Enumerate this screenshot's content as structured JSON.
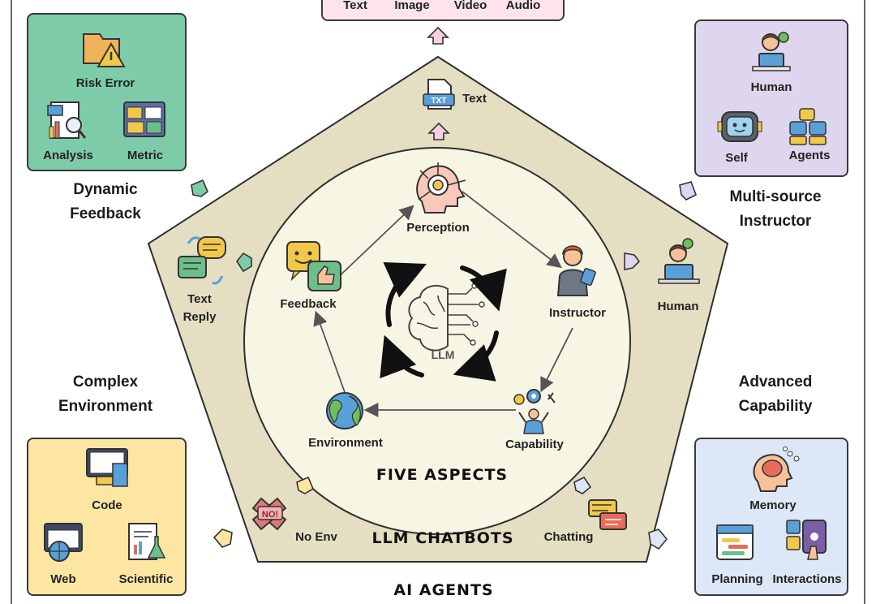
{
  "diagram": {
    "top_box": {
      "labels": [
        "Text",
        "Image",
        "Video",
        "Audio"
      ]
    },
    "pentagon": {
      "top_label": "Text",
      "left_label": [
        "Text",
        "Reply"
      ],
      "right_label": "Human",
      "bottom_left_label": "No Env",
      "bottom_right_label": "Chatting"
    },
    "circle": {
      "nodes": {
        "perception": "Perception",
        "instructor": "Instructor",
        "capability": "Capability",
        "environment": "Environment",
        "feedback": "Feedback"
      },
      "center": "LLM",
      "title": "FIVE ASPECTS"
    },
    "headings": {
      "dynamic_feedback": [
        "Dynamic",
        "Feedback"
      ],
      "multi_source": [
        "Multi-source",
        "Instructor"
      ],
      "complex_env": [
        "Complex",
        "Environment"
      ],
      "advanced_cap": [
        "Advanced",
        "Capability"
      ]
    },
    "boxes": {
      "feedback": {
        "items": [
          "Risk Error",
          "Analysis",
          "Metric"
        ]
      },
      "instructor": {
        "items": [
          "Human",
          "Self",
          "Agents"
        ]
      },
      "environment": {
        "items": [
          "Code",
          "Web",
          "Scientific"
        ]
      },
      "capability": {
        "items": [
          "Memory",
          "Planning",
          "Interactions"
        ]
      }
    },
    "chatbots_label": "LLM CHATBOTS",
    "agents_label": "AI AGENTS",
    "colors": {
      "top_box": "#fde4ea",
      "feedback_box": "#7ecba9",
      "instructor_box": "#ddd6ee",
      "environment_box": "#fce6a2",
      "capability_box": "#dce7f7",
      "pentagon": "#e4dfc2",
      "circle": "#f7f5e4"
    }
  }
}
